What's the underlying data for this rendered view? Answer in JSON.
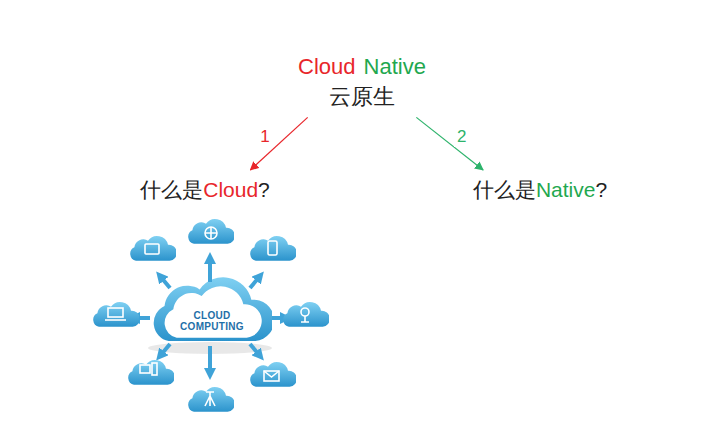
{
  "diagram": {
    "nodes": [
      {
        "text": [
          "Cloud",
          "Native",
          "云原生"
        ]
      },
      {
        "text": [
          "什么是",
          "Cloud",
          "?"
        ]
      },
      {
        "text": [
          "什么是",
          "Native",
          "?"
        ]
      }
    ],
    "edges": [
      {
        "from": 0,
        "to": 1,
        "arrow": "to",
        "label": "1"
      },
      {
        "from": 0,
        "to": 2,
        "arrow": "to",
        "label": "2"
      }
    ],
    "labels": [
      "CLOUD COMPUTING"
    ]
  }
}
